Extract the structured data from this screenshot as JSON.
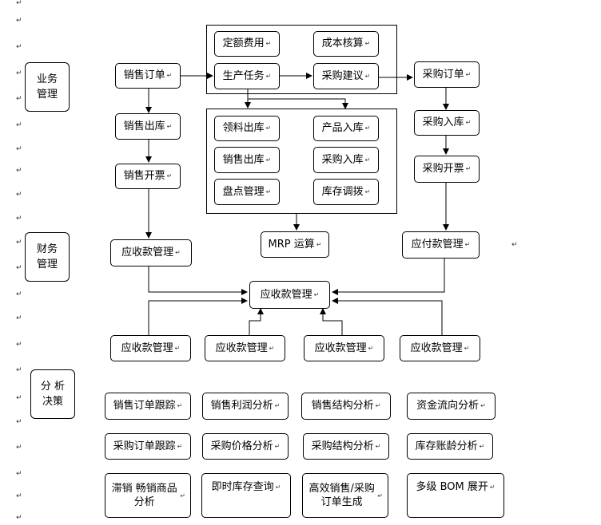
{
  "paragraph_mark": "↵",
  "sections": {
    "business": [
      "业务",
      "管理"
    ],
    "finance": [
      "财务",
      "管理"
    ],
    "analysis": [
      "分 析",
      "决策"
    ]
  },
  "group_top": [
    "定额费用",
    "成本核算"
  ],
  "production": [
    "生产任务",
    "采购建议"
  ],
  "sales": [
    "销售订单",
    "销售出库",
    "销售开票"
  ],
  "purchase": [
    "采购订单",
    "采购入库",
    "采购开票"
  ],
  "inventory": [
    "领料出库",
    "产品入库",
    "销售出库",
    "采购入库",
    "盘点管理",
    "库存调拨"
  ],
  "mrp": "MRP 运算",
  "receivable": "应收款管理",
  "payable": "应付款管理",
  "center": "应收款管理",
  "bottom_mgmt": [
    "应收款管理",
    "应收款管理",
    "应收款管理",
    "应收款管理"
  ],
  "analysis_row1": [
    "销售订单跟踪",
    "销售利润分析",
    "销售结构分析",
    "资金流向分析"
  ],
  "analysis_row2": [
    "采购订单跟踪",
    "采购价格分析",
    "采购结构分析",
    "库存账龄分析"
  ],
  "analysis_row3": [
    "滞销 畅销商品分析",
    "即时库存查询",
    "高效销售/采购订单生成",
    "多级 BOM 展开"
  ]
}
